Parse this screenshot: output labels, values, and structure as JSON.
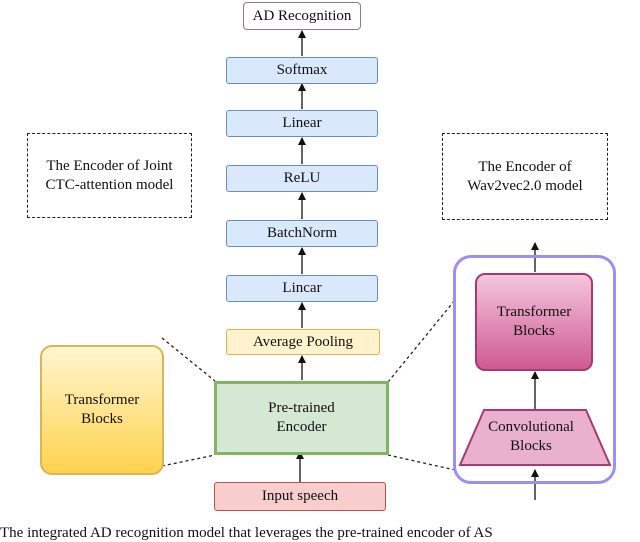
{
  "blocks": {
    "ad_recognition": "AD Recognition",
    "softmax": "Softmax",
    "linear_top": "Linear",
    "relu": "ReLU",
    "batchnorm": "BatchNorm",
    "linear_bottom": "Lincar",
    "average_pooling": "Average Pooling",
    "encoder_line1": "Pre-trained",
    "encoder_line2": "Encoder",
    "input_speech": "Input speech"
  },
  "left_detail": {
    "note_line1": "The Encoder of Joint",
    "note_line2": "CTC-attention model",
    "transformer_line1": "Transformer",
    "transformer_line2": "Blocks"
  },
  "right_detail": {
    "note_line1": "The Encoder of",
    "note_line2": "Wav2vec2.0 model",
    "transformer_line1": "Transformer",
    "transformer_line2": "Blocks",
    "conv_line1": "Convolutional",
    "conv_line2": "Blocks"
  },
  "caption": "The integrated AD recognition model that leverages the pre-trained encoder of AS",
  "colors": {
    "blue_fill": "#dae8fc",
    "green_border": "#82b366",
    "red_fill": "#f8cecc",
    "yellow_fill": "#fff2cc",
    "pink_fill": "#cf5a94",
    "purple_outline": "#9b8ff0"
  }
}
